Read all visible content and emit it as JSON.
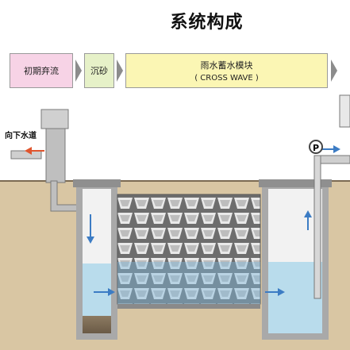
{
  "title": "系统构成",
  "stages": [
    {
      "label": "初期弃流",
      "color": "#f7d3e6"
    },
    {
      "label": "沉砂",
      "color": "#e6f1c8"
    },
    {
      "label": "雨水蓄水模块",
      "sub": "( CROSS WAVE )",
      "color": "#fbf6b4"
    }
  ],
  "labels": {
    "overflow": "向下水道",
    "pump": "P"
  },
  "colors": {
    "soil": "#d9c6a3",
    "water": "#b9dcec",
    "arrow": "#3c7cc4",
    "concrete": "#a9a9a9"
  }
}
